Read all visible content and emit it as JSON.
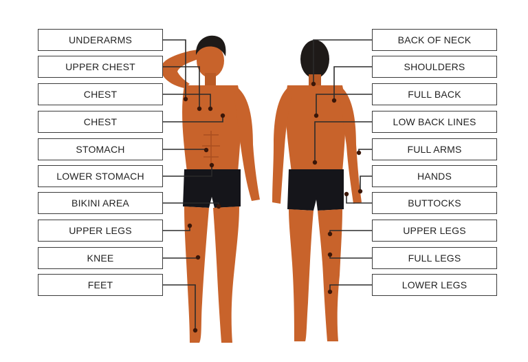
{
  "diagram": {
    "left_labels": [
      "UNDERARMS",
      "UPPER  CHEST",
      "CHEST",
      "CHEST",
      "STOMACH",
      "LOWER STOMACH",
      "BIKINI AREA",
      "UPPER LEGS",
      "KNEE",
      "FEET"
    ],
    "right_labels": [
      "BACK  OF NECK",
      "SHOULDERS",
      "FULL BACK",
      "LOW BACK LINES",
      "FULL ARMS",
      "HANDS",
      "BUTTOCKS",
      "UPPER LEGS",
      "FULL  LEGS",
      "LOWER LEGS"
    ],
    "colors": {
      "skin": "#c8632b",
      "skin_shadow": "#a94e1f",
      "hair": "#1e1a18",
      "shorts": "#15151a",
      "line": "#2b2b2b",
      "dot": "#3a1608"
    }
  }
}
